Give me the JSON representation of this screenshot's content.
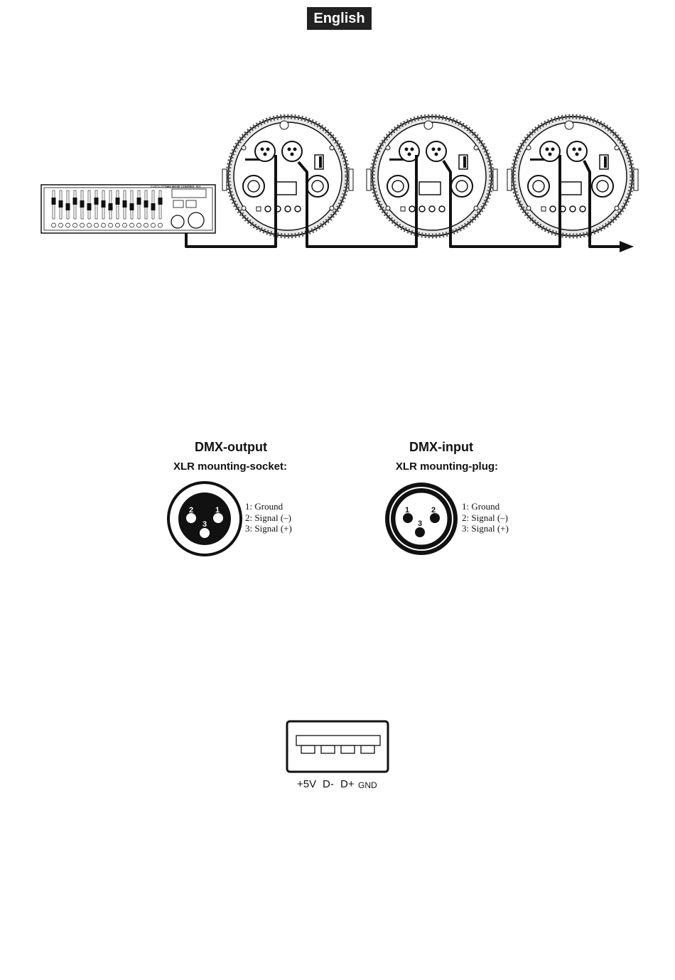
{
  "header": {
    "language": "English"
  },
  "controller": {
    "label_left": "EUROLITE",
    "label_right": "DMX MOVE CONTROL 512"
  },
  "dmx_output": {
    "title": "DMX-output",
    "subtitle": "XLR mounting-socket:",
    "pins": [
      "1: Ground",
      "2: Signal (–)",
      "3: Signal (+)"
    ],
    "pin_numbers": [
      "2",
      "1",
      "3"
    ]
  },
  "dmx_input": {
    "title": "DMX-input",
    "subtitle": "XLR mounting-plug:",
    "pins": [
      "1: Ground",
      "2: Signal (–)",
      "3: Signal (+)"
    ],
    "pin_numbers": [
      "1",
      "2",
      "3"
    ]
  },
  "usb": {
    "labels": [
      "+5V",
      "D-",
      "D+",
      "GND"
    ]
  }
}
